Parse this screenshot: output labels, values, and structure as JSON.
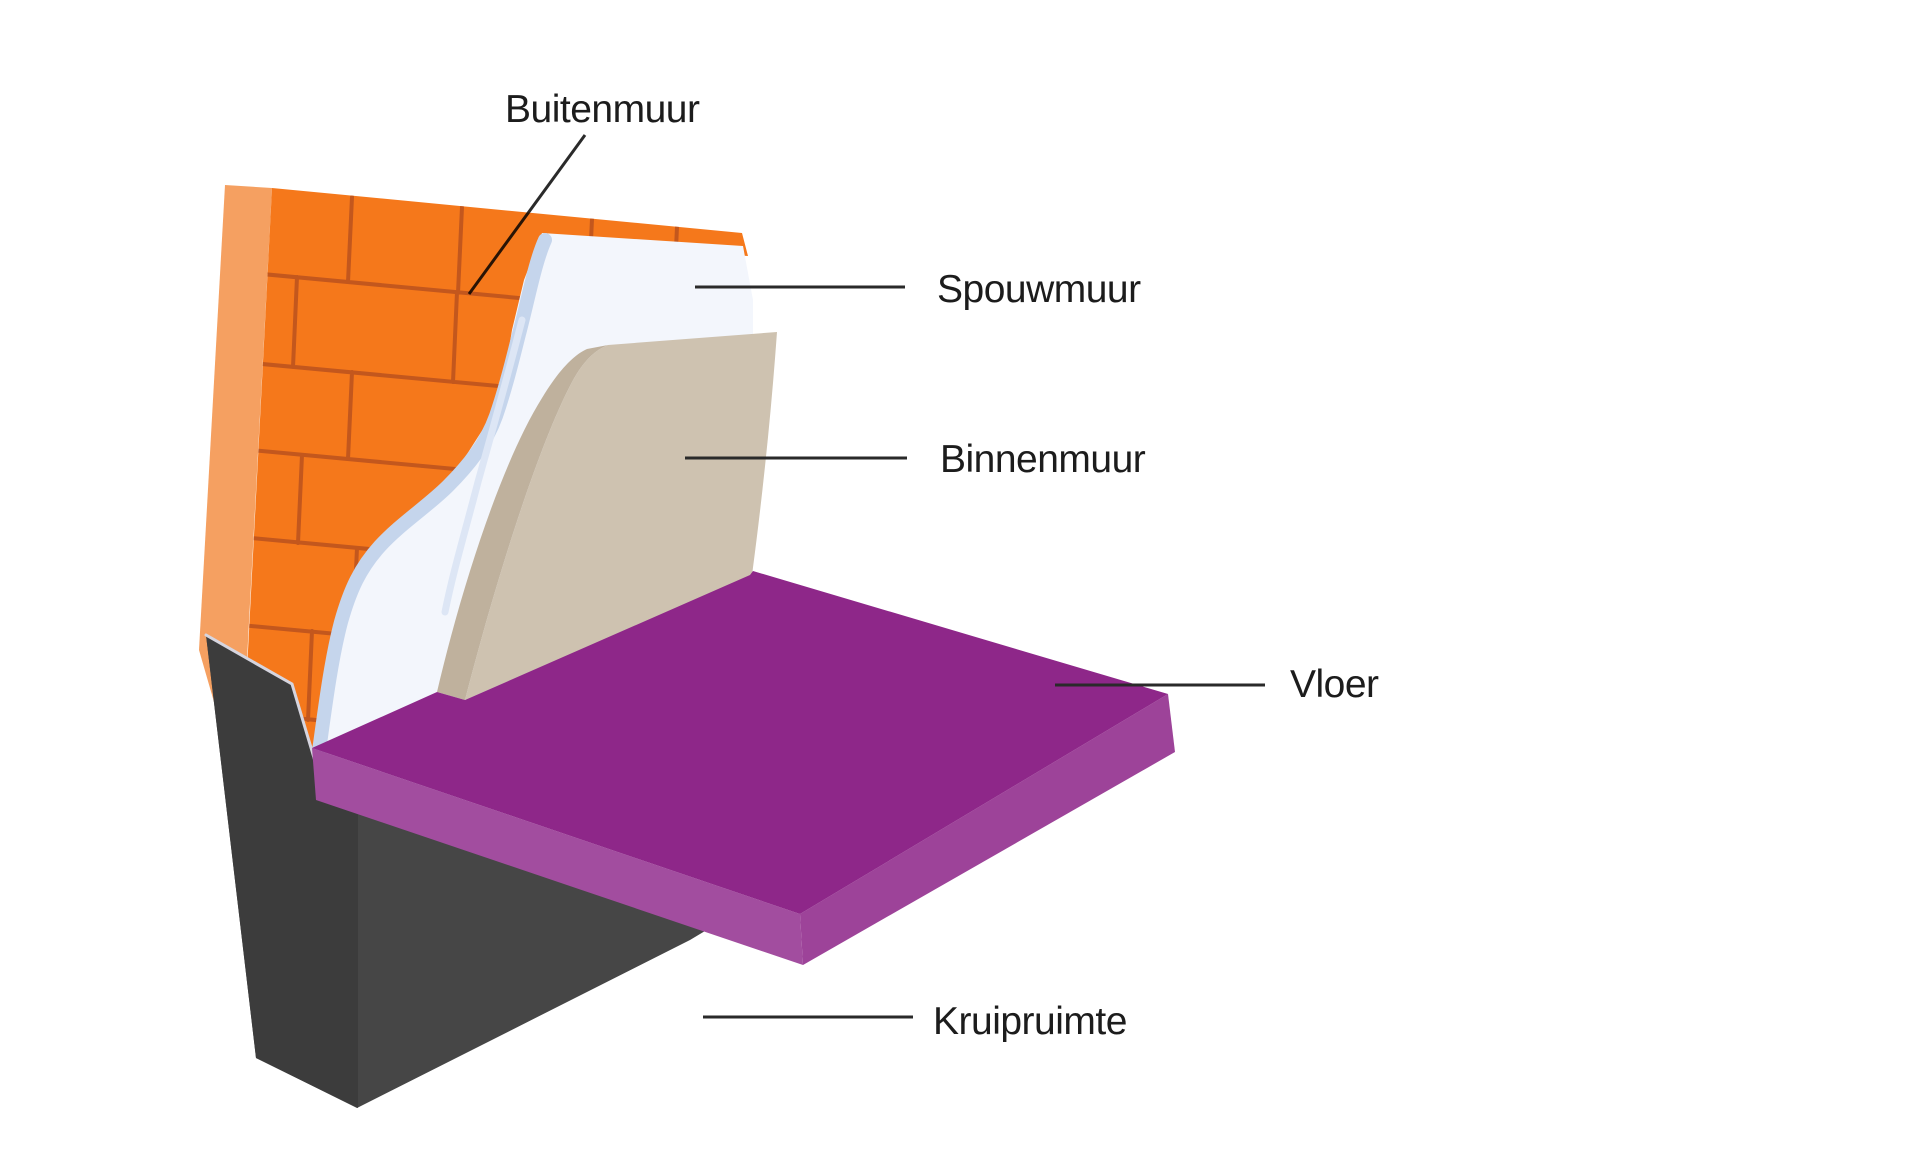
{
  "diagram": {
    "description": "Cross-section construction diagram of a Dutch cavity wall and floor",
    "parts": [
      {
        "id": "buitenmuur",
        "label": "Buitenmuur",
        "color": "#F5781B"
      },
      {
        "id": "spouwmuur",
        "label": "Spouwmuur",
        "color": "#F3F6FC"
      },
      {
        "id": "binnenmuur",
        "label": "Binnenmuur",
        "color": "#CEC2B0"
      },
      {
        "id": "vloer",
        "label": "Vloer",
        "color": "#8E2789"
      },
      {
        "id": "kruipruimte",
        "label": "Kruipruimte",
        "color": "#464646"
      }
    ],
    "colors": {
      "background": "#ffffff",
      "brick_face": "#F5781B",
      "brick_side": "#F5A061",
      "brick_mortar": "#C3571D",
      "insulation_fill": "#F3F6FC",
      "insulation_wave": "#C5D5EC",
      "insulation_wave_inner": "#DDE6F5",
      "inner_wall_face": "#CEC2B0",
      "inner_wall_side": "#BFB19D",
      "floor_top": "#8E2789",
      "floor_side_sw": "#A24D9F",
      "floor_side_se": "#9D4399",
      "foundation_face": "#464646",
      "foundation_side": "#3C3C3C",
      "foundation_highlight": "#D6D5DF",
      "leader_line": "#2A2A2A",
      "label_text": "#1C1C1C"
    }
  }
}
